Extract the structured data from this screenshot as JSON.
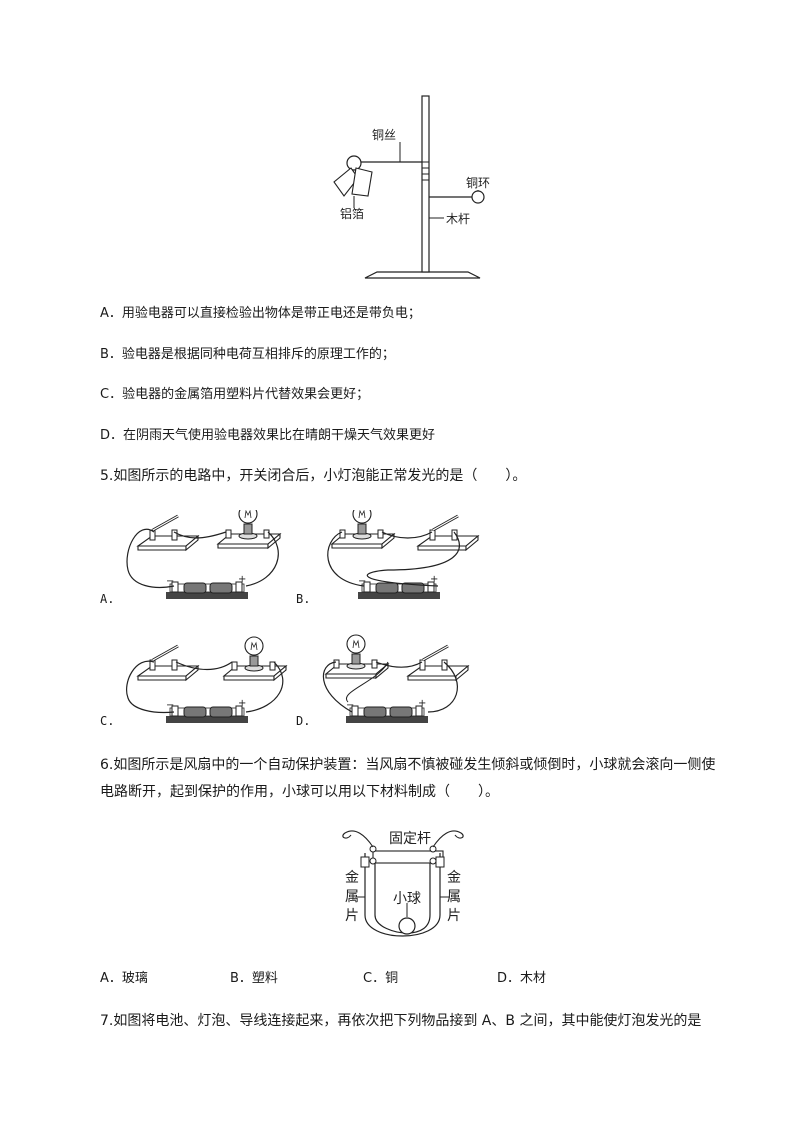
{
  "figure_electroscope": {
    "label_copper_wire": "铜丝",
    "label_copper_ring": "铜环",
    "label_foil": "铝箔",
    "label_rod": "木杆"
  },
  "question4": {
    "options": [
      "A．用验电器可以直接检验出物体是带正电还是带负电；",
      "B．验电器是根据同种电荷互相排斥的原理工作的；",
      "C．验电器的金属箔用塑料片代替效果会更好；",
      "D．在阴雨天气使用验电器效果比在晴朗干燥天气效果更好"
    ]
  },
  "question5": {
    "stem": "5.如图所示的电路中，开关闭合后，小灯泡能正常发光的是（　　）。",
    "labels": [
      "A.",
      "B.",
      "C.",
      "D."
    ],
    "battery_minus": "−",
    "battery_plus": "+"
  },
  "question6": {
    "stem_line1": "6.如图所示是风扇中的一个自动保护装置：当风扇不慎被碰发生倾斜或倾倒时，小球就会滚向一侧使",
    "stem_line2": "电路断开，起到保护的作用，小球可以用以下材料制成（　　）。",
    "figure": {
      "label_fixed_rod": "固定杆",
      "label_metal_left": [
        "金",
        "属",
        "片"
      ],
      "label_metal_right": [
        "金",
        "属",
        "片"
      ],
      "label_ball": "小球"
    },
    "options": [
      "A．玻璃",
      "B．塑料",
      "C．铜",
      "D．木材"
    ]
  },
  "question7": {
    "stem": "7.如图将电池、灯泡、导线连接起来，再依次把下列物品接到 A、B 之间，其中能使灯泡发光的是"
  }
}
